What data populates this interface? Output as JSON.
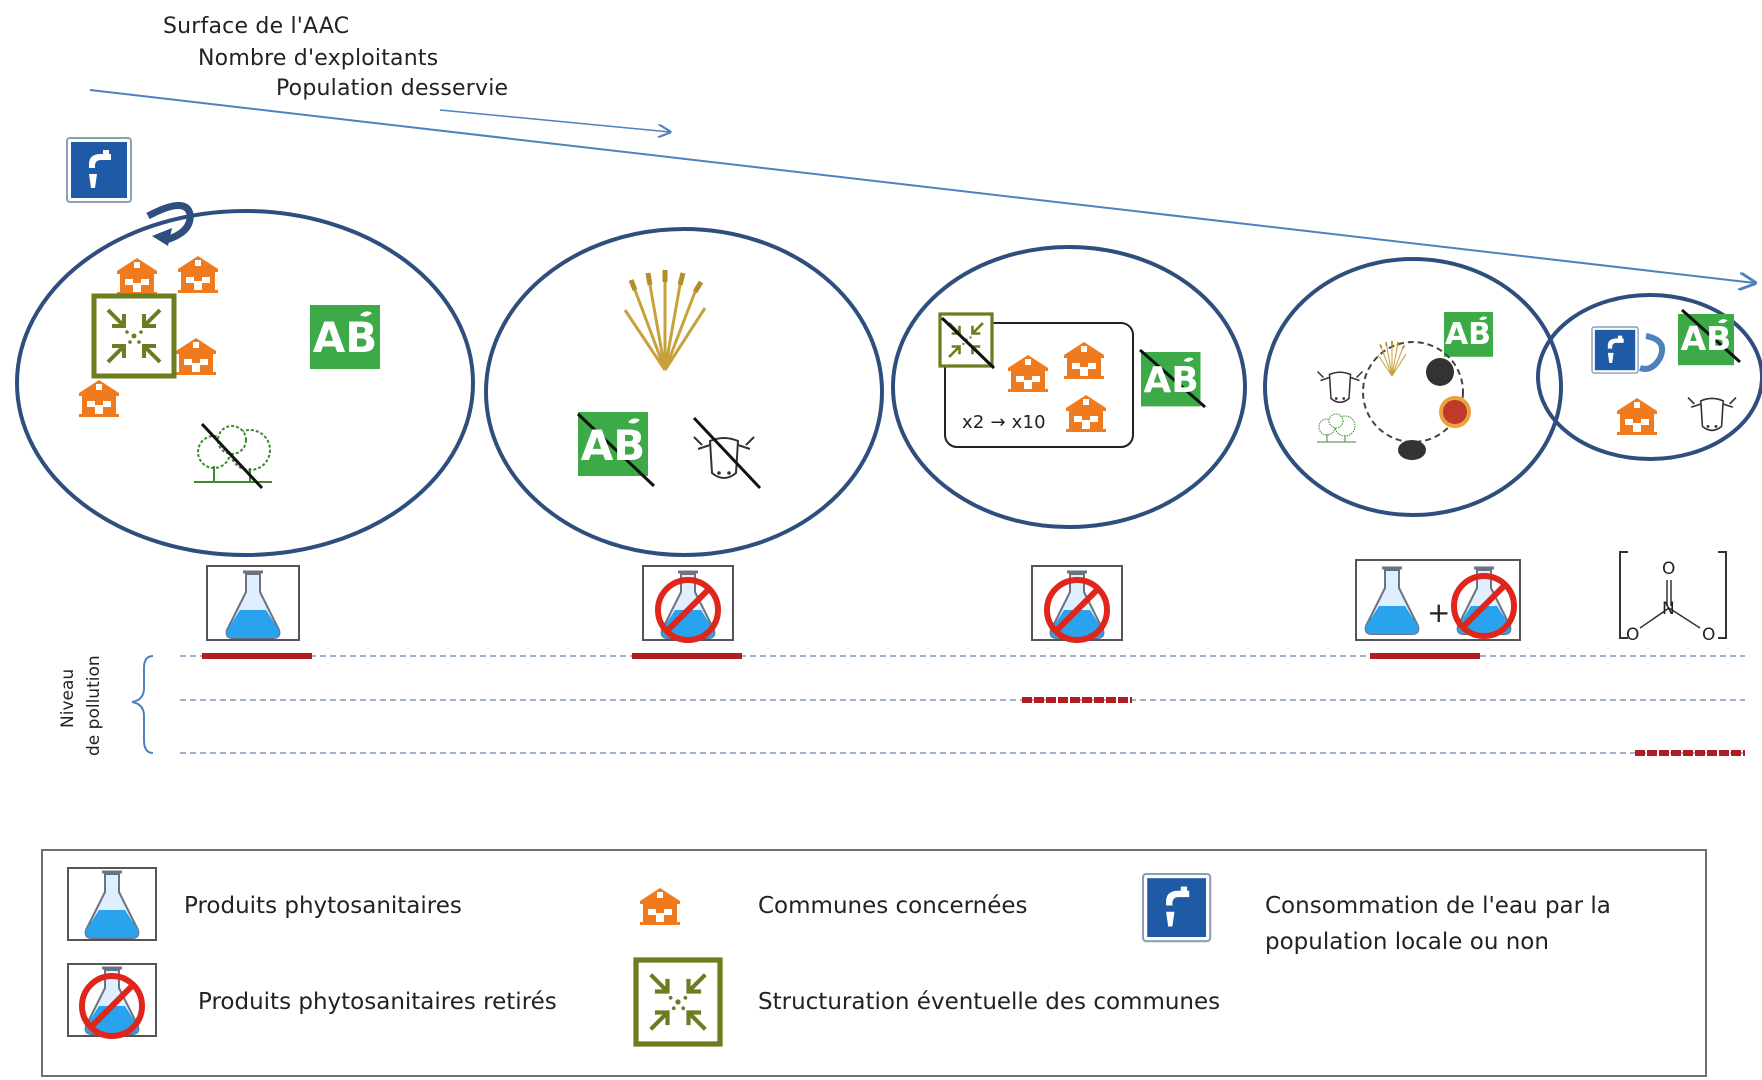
{
  "header_labels": {
    "surface": "Surface de l'AAC",
    "exploitants": "Nombre d'exploitants",
    "population": "Population desservie"
  },
  "axis": {
    "line1": "Niveau",
    "line2": "de pollution"
  },
  "circle3": {
    "multiplier_from": "x2",
    "multiplier_to": "x10"
  },
  "legend": {
    "phyto": "Produits phytosanitaires",
    "phyto_removed": "Produits phytosanitaires retirés",
    "communes": "Communes concernées",
    "structuration": "Structuration éventuelle des communes",
    "consumption": "Consommation de l'eau par la population locale ou non"
  },
  "icons": {
    "ab_logo_text": "AB",
    "nitrate_n": "N",
    "nitrate_o": "O"
  },
  "colors": {
    "circle": "#2e4f7d",
    "arrow": "#4f81bd",
    "orange": "#f07a1e",
    "green": "#3daa48",
    "olive": "#6b7d1f",
    "red": "#b01e24",
    "dashed": "#9fb2cc",
    "sign_blue": "#1f5aa6"
  }
}
